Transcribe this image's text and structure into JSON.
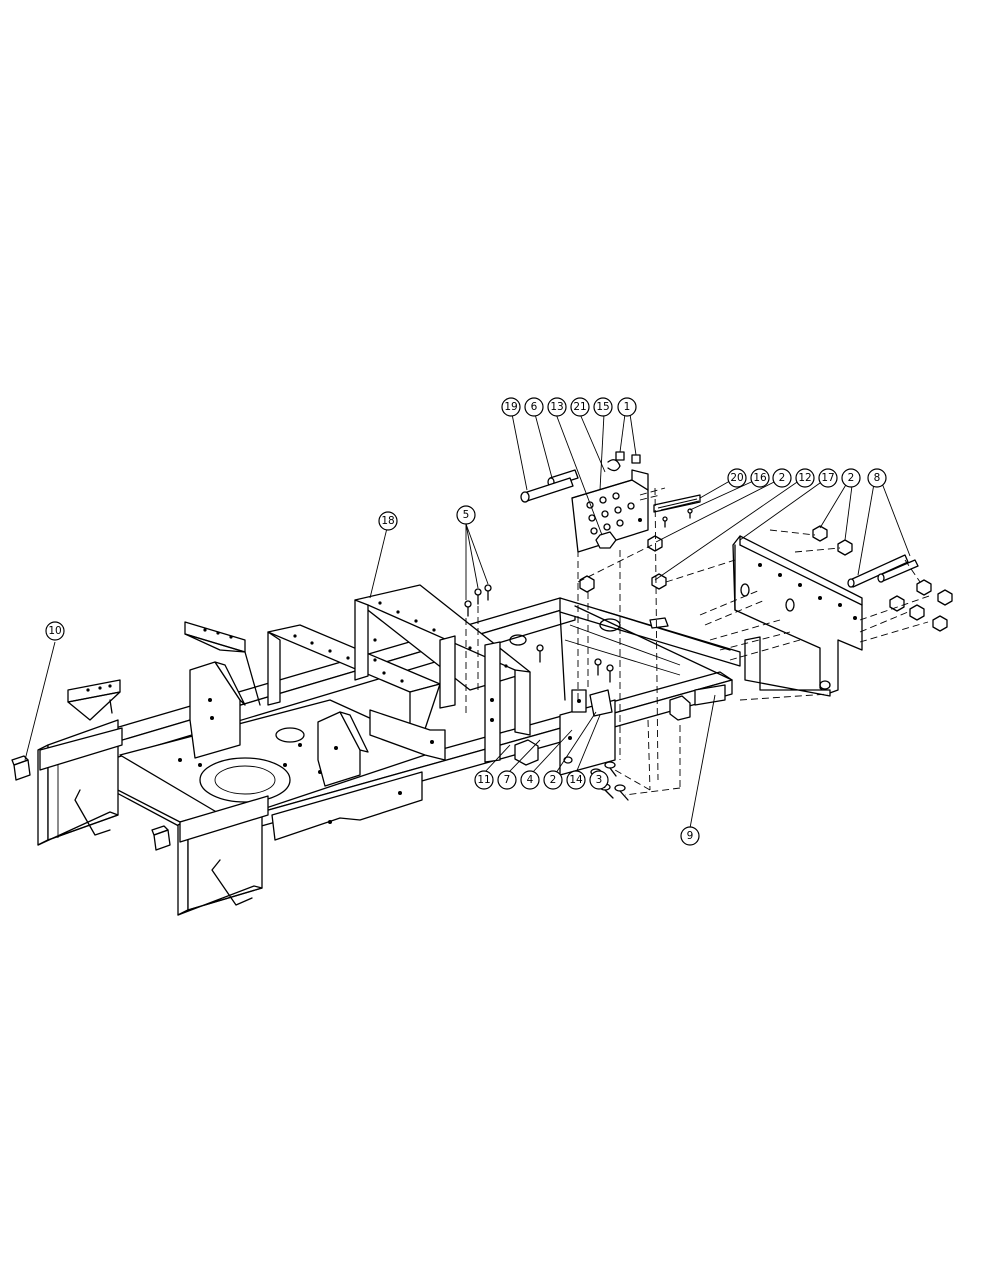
{
  "callouts": [
    {
      "id": "c19",
      "label": "19"
    },
    {
      "id": "c6",
      "label": "6"
    },
    {
      "id": "c13",
      "label": "13"
    },
    {
      "id": "c21",
      "label": "21"
    },
    {
      "id": "c15",
      "label": "15"
    },
    {
      "id": "c1",
      "label": "1"
    },
    {
      "id": "c20",
      "label": "20"
    },
    {
      "id": "c16",
      "label": "16"
    },
    {
      "id": "c2a",
      "label": "2"
    },
    {
      "id": "c12",
      "label": "12"
    },
    {
      "id": "c17",
      "label": "17"
    },
    {
      "id": "c2b",
      "label": "2"
    },
    {
      "id": "c8",
      "label": "8"
    },
    {
      "id": "c5",
      "label": "5"
    },
    {
      "id": "c18",
      "label": "18"
    },
    {
      "id": "c10",
      "label": "10"
    },
    {
      "id": "c11",
      "label": "11"
    },
    {
      "id": "c7",
      "label": "7"
    },
    {
      "id": "c4",
      "label": "4"
    },
    {
      "id": "c2c",
      "label": "2"
    },
    {
      "id": "c14",
      "label": "14"
    },
    {
      "id": "c3",
      "label": "3"
    },
    {
      "id": "c9",
      "label": "9"
    }
  ]
}
